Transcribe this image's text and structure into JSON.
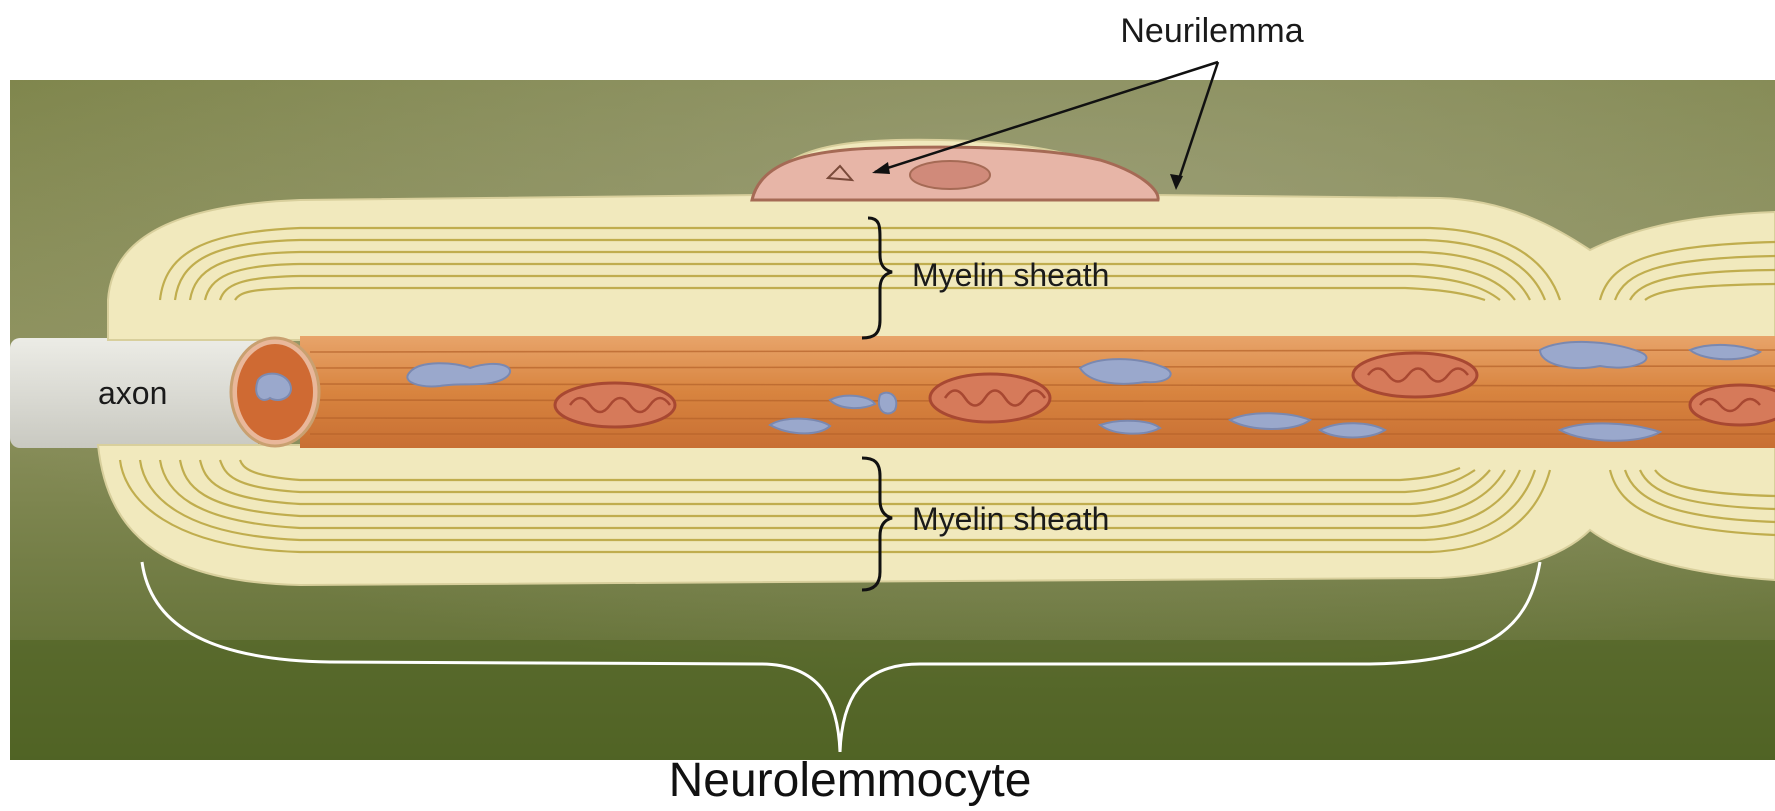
{
  "labels": {
    "neurilemma": "Neurilemma",
    "myelin_top": "Myelin sheath",
    "myelin_bottom": "Myelin sheath",
    "axon": "axon",
    "neurolemmocyte": "Neurolemmocyte"
  },
  "colors": {
    "background_green": "#6f7a3f",
    "myelin": "#efe6b4",
    "myelin_line": "#b9a438",
    "axon_core": "#d98a4c",
    "axon_stub": "#d9d9d2",
    "nucleus": "#e6b2a6",
    "mitochondria": "#c9604a",
    "vesicle": "#9aa8cc"
  }
}
